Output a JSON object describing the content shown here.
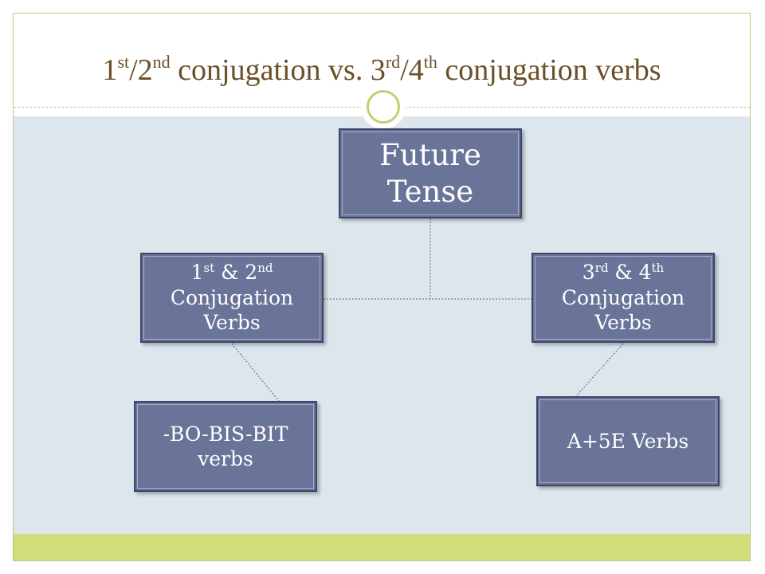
{
  "slide": {
    "title": {
      "part1_num": "1",
      "part1_sup": "st",
      "part2_num": "/2",
      "part2_sup": "nd",
      "middle": " conjugation vs. 3",
      "part3_sup": "rd",
      "part4_num": "/4",
      "part4_sup": "th",
      "end": " conjugation verbs"
    }
  },
  "diagram": {
    "root": {
      "line1": "Future",
      "line2": "Tense"
    },
    "left": {
      "num1": "1",
      "sup1": "st",
      "amp": " & 2",
      "sup2": "nd",
      "line2": "Conjugation",
      "line3": "Verbs"
    },
    "right": {
      "num1": "3",
      "sup1": "rd",
      "amp": " & 4",
      "sup2": "th",
      "line2": "Conjugation",
      "line3": "Verbs"
    },
    "left_leaf": {
      "line1": "-BO-BIS-BIT",
      "line2": "verbs"
    },
    "right_leaf": {
      "line1": "A+5E Verbs"
    }
  },
  "colors": {
    "node_fill": "#6a7499",
    "node_border": "#3e4668",
    "content_background": "#dce6ec",
    "footer_band": "#d3dc7a",
    "title_text": "#6b4f28",
    "accent_circle": "#c2d06e"
  }
}
